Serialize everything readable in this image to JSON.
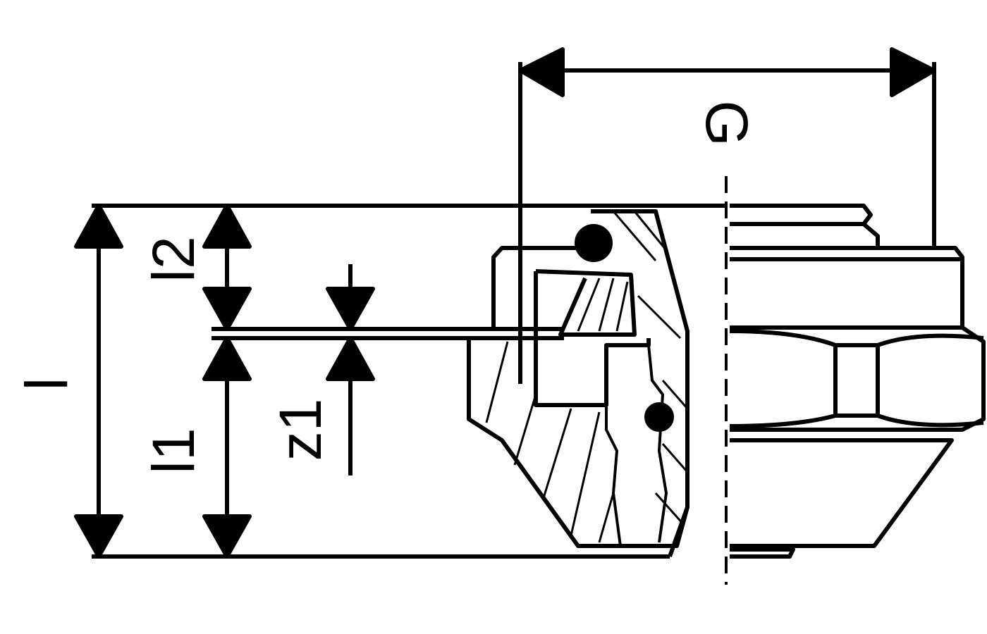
{
  "labels": {
    "overall_length": "l",
    "length_2": "l2",
    "length_1": "l1",
    "offset_z1": "z1",
    "thread": "G"
  },
  "colors": {
    "line": "#000000",
    "background": "#ffffff"
  }
}
